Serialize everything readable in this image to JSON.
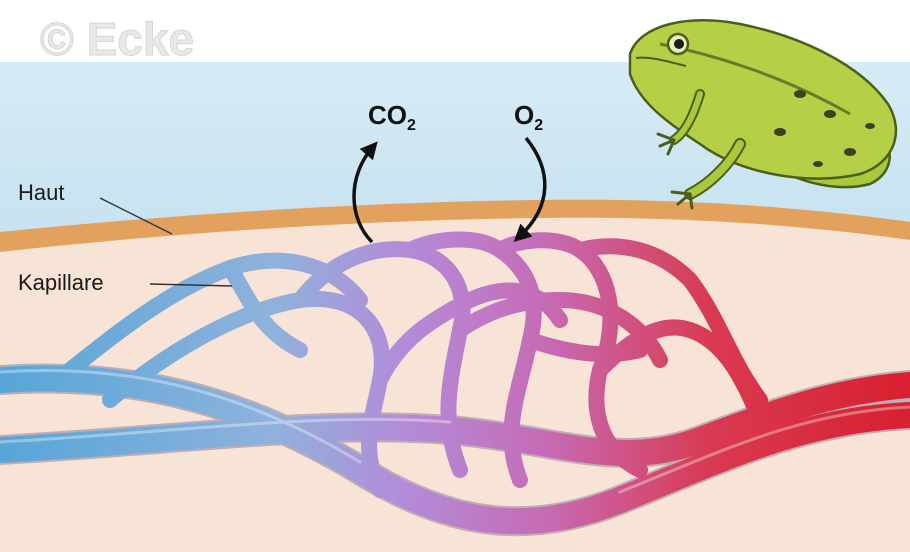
{
  "watermark": "© Ecke",
  "labels": {
    "skin": "Haut",
    "capillaries": "Kapillare"
  },
  "gases": {
    "out_main": "CO",
    "out_sub": "2",
    "in_main": "O",
    "in_sub": "2"
  },
  "colors": {
    "water": "#cfe6f2",
    "skin": "#e2a15c",
    "tissue": "#f8e4d6",
    "vein_blue": "#5fa8d6",
    "mid_purple": "#b98ad6",
    "artery_red": "#d92a3a",
    "frog_green": "#a9c93c"
  }
}
